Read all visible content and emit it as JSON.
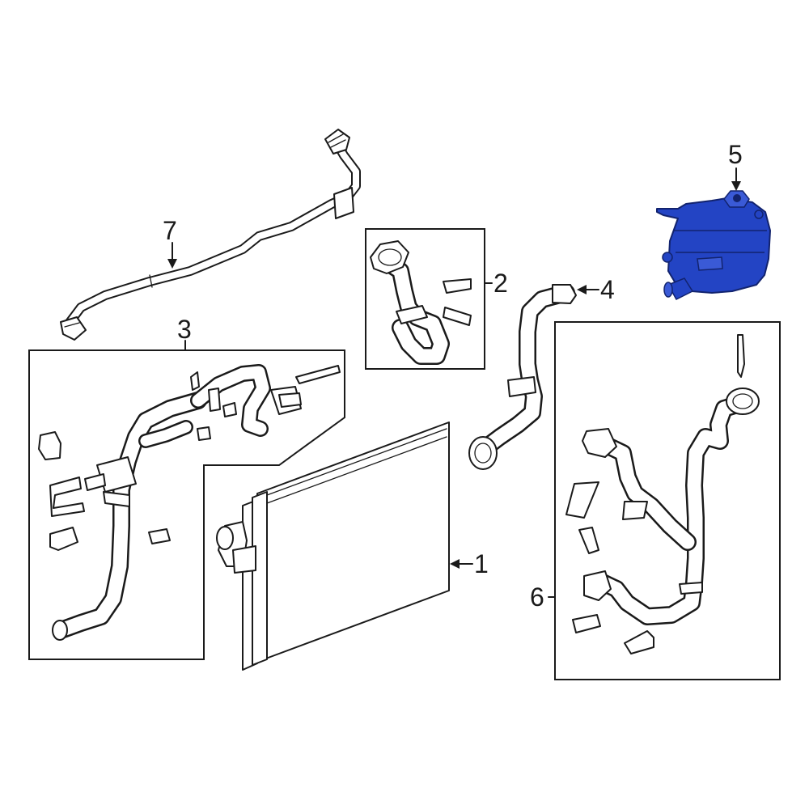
{
  "diagram": {
    "callouts": [
      {
        "id": "1",
        "label": "1"
      },
      {
        "id": "2",
        "label": "2"
      },
      {
        "id": "3",
        "label": "3"
      },
      {
        "id": "4",
        "label": "4"
      },
      {
        "id": "5",
        "label": "5"
      },
      {
        "id": "6",
        "label": "6"
      },
      {
        "id": "7",
        "label": "7"
      }
    ],
    "highlighted_part": "5",
    "colors": {
      "line": "#1a1a1a",
      "highlight_fill": "#2344c4",
      "highlight_dark": "#12236e",
      "background": "#ffffff"
    }
  }
}
